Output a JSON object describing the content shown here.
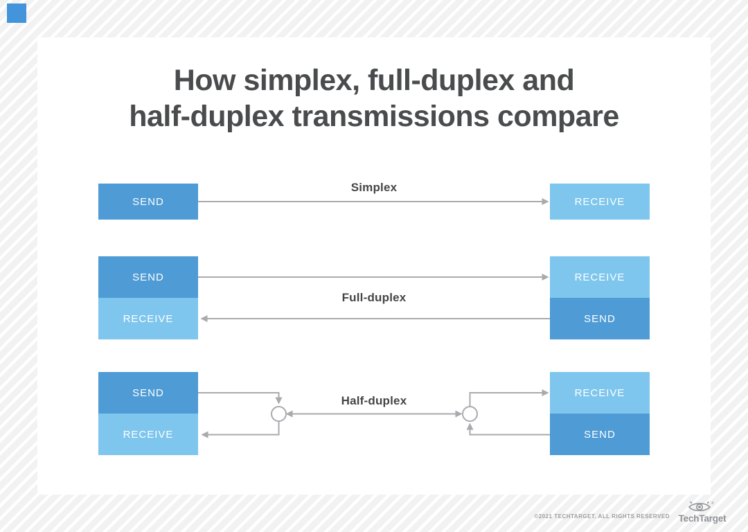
{
  "page": {
    "title_line1": "How simplex, full-duplex and",
    "title_line2": "half-duplex transmissions compare"
  },
  "diagrams": {
    "simplex": {
      "label": "Simplex",
      "left_box": "SEND",
      "right_box": "RECEIVE"
    },
    "full_duplex": {
      "label": "Full-duplex",
      "left_top": "SEND",
      "left_bottom": "RECEIVE",
      "right_top": "RECEIVE",
      "right_bottom": "SEND"
    },
    "half_duplex": {
      "label": "Half-duplex",
      "left_top": "SEND",
      "left_bottom": "RECEIVE",
      "right_top": "RECEIVE",
      "right_bottom": "SEND"
    }
  },
  "colors": {
    "send_blue": "#4E9BD5",
    "receive_blue": "#7EC6EE",
    "arrow_gray": "#A8AAAD",
    "title_gray": "#4A4B4D",
    "corner_square_blue": "#4494DB",
    "footer_gray": "#9B9DA0"
  },
  "footer": {
    "copyright": "©2021 TECHTARGET. ALL RIGHTS RESERVED",
    "logo_text": "TechTarget"
  }
}
